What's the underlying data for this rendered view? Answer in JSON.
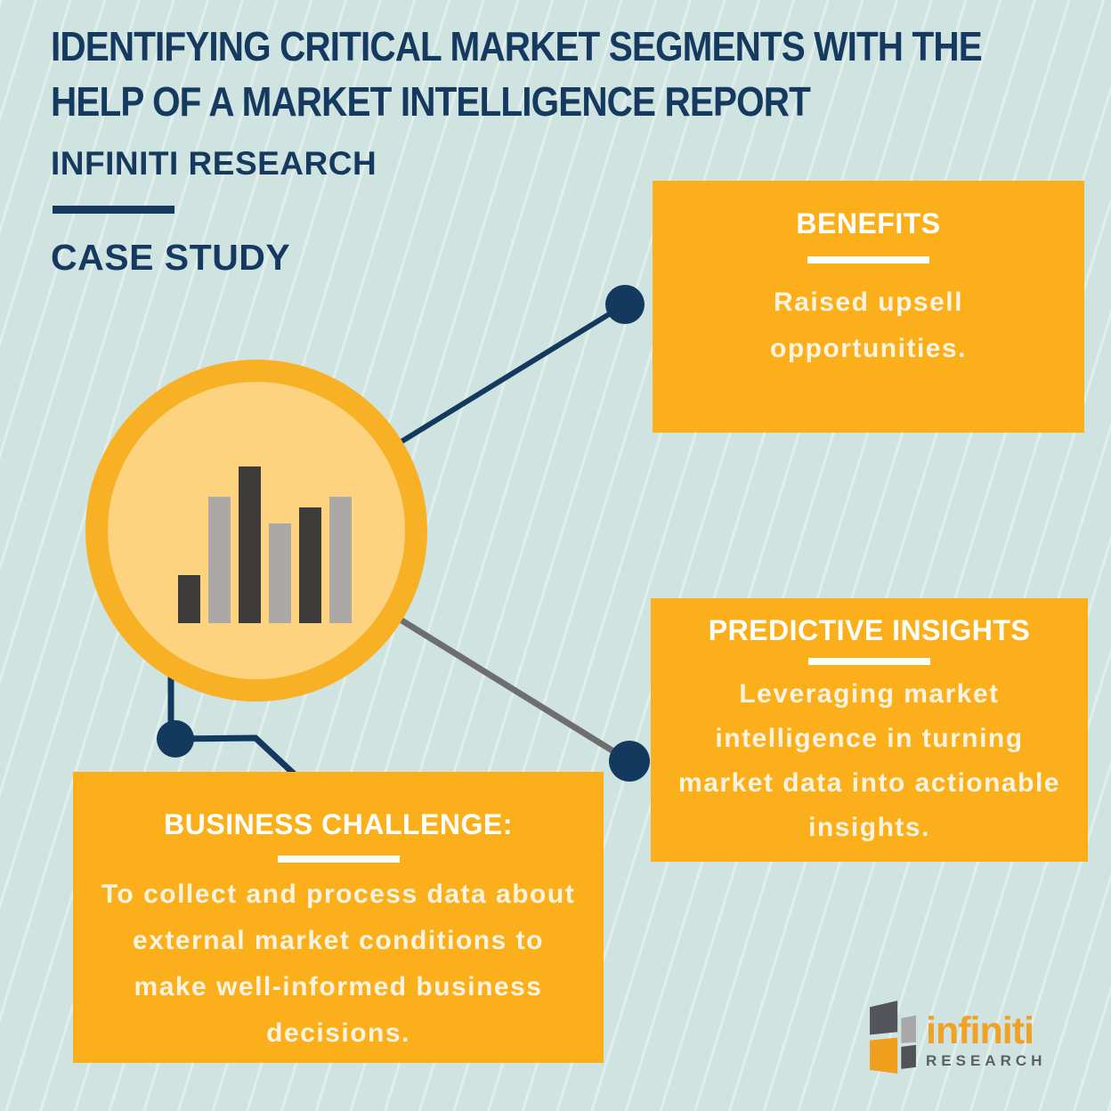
{
  "header": {
    "title_lines": [
      "IDENTIFYING CRITICAL MARKET SEGMENTS WITH THE",
      "HELP OF A MARKET INTELLIGENCE REPORT"
    ],
    "brand": "INFINITI RESEARCH",
    "doc_type": "CASE STUDY"
  },
  "cards": {
    "benefits": {
      "title": "BENEFITS",
      "body_lines": [
        "Raised upsell",
        "opportunities."
      ]
    },
    "predictive_insights": {
      "title": "PREDICTIVE INSIGHTS",
      "body_lines": [
        "Leveraging market",
        "intelligence in turning",
        "market data into actionable",
        "insights."
      ]
    },
    "business_challenge": {
      "title": "BUSINESS CHALLENGE:",
      "body_lines": [
        "To collect and process data about",
        "external market conditions to",
        "make well-informed business",
        "decisions."
      ]
    }
  },
  "chart_icon": {
    "name": "bar-chart-icon",
    "bars": [
      {
        "height": 54,
        "tone": "dark"
      },
      {
        "height": 142,
        "tone": "light"
      },
      {
        "height": 176,
        "tone": "dark"
      },
      {
        "height": 112,
        "tone": "light"
      },
      {
        "height": 130,
        "tone": "dark"
      },
      {
        "height": 142,
        "tone": "light"
      }
    ]
  },
  "logo": {
    "wordmark": "infiniti",
    "subtext": "RESEARCH"
  },
  "colors": {
    "bg": "#cfe3e1",
    "stripe": "#e0eeec",
    "navy": "#15395f",
    "connector_navy": "#133a5e",
    "connector_gray": "#6e6e6e",
    "orange": "#fbb01b",
    "circle_ring": "#f8b125",
    "circle_fill": "#fdd37f",
    "bar_dark": "#3d3c3a",
    "bar_light": "#aba8a5",
    "card_title": "#ffffff",
    "card_body": "#fbf3e2",
    "logo_orange": "#f0a127",
    "logo_gray": "#5c5e64",
    "logo_pane_dark": "#54555a",
    "logo_pane_gray": "#a8a8a8",
    "logo_pane_orange": "#f09e1e",
    "logo_pane_dark2": "#515257"
  }
}
